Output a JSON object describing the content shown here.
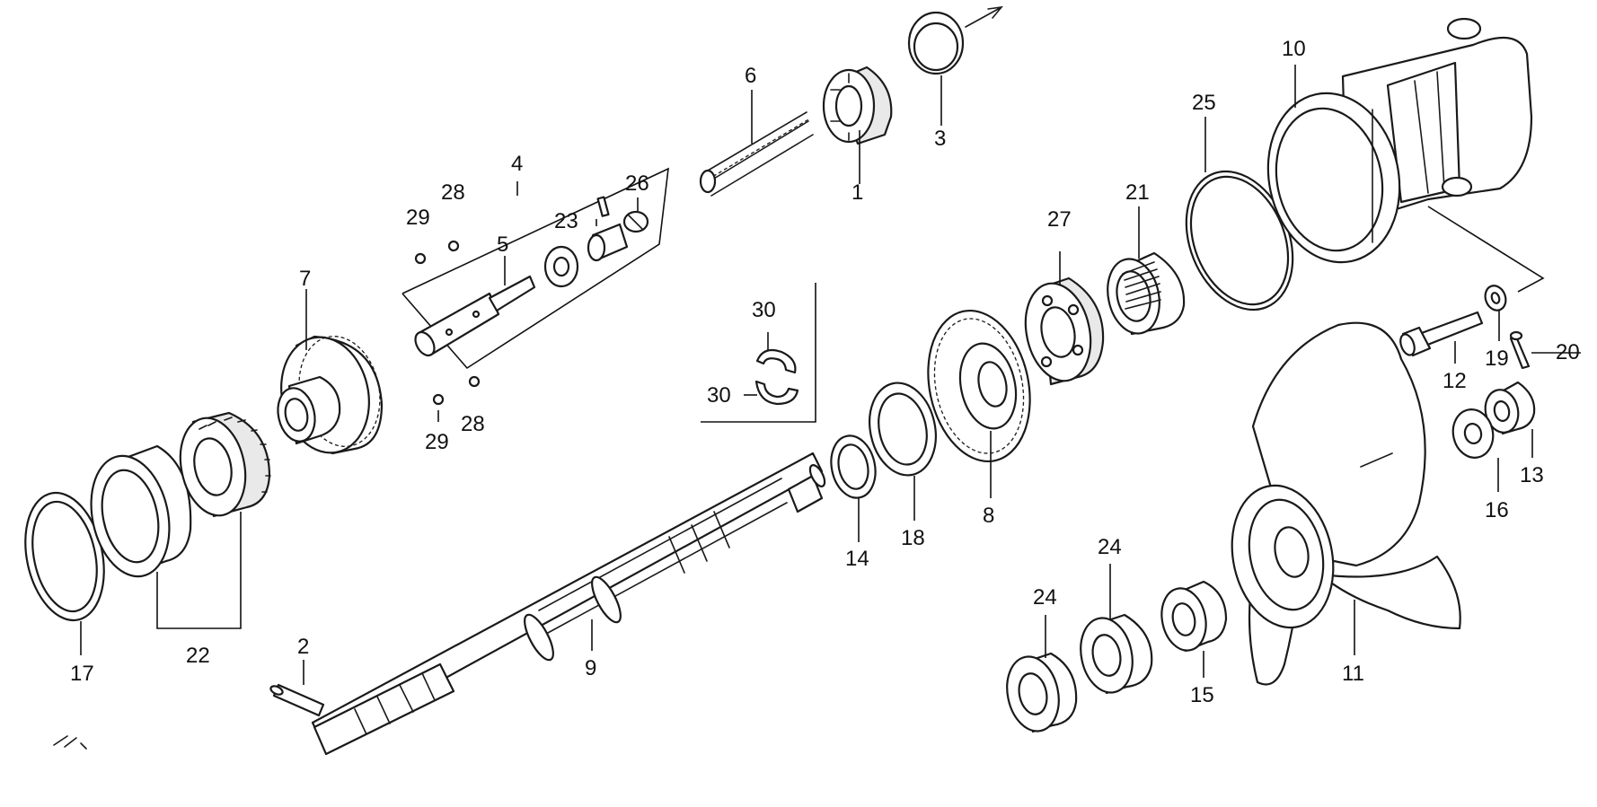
{
  "callouts": {
    "c1": "1",
    "c2": "2",
    "c3": "3",
    "c4": "4",
    "c5": "5",
    "c6": "6",
    "c7": "7",
    "c8": "8",
    "c9": "9",
    "c10": "10",
    "c11": "11",
    "c12": "12",
    "c13": "13",
    "c14": "14",
    "c15": "15",
    "c16": "16",
    "c17": "17",
    "c18": "18",
    "c19": "19",
    "c20": "20",
    "c21": "21",
    "c22": "22",
    "c23": "23",
    "c24a": "24",
    "c24b": "24",
    "c25": "25",
    "c26": "26",
    "c27": "27",
    "c28a": "28",
    "c28b": "28",
    "c29a": "29",
    "c29b": "29",
    "c30a": "30",
    "c30b": "30"
  }
}
